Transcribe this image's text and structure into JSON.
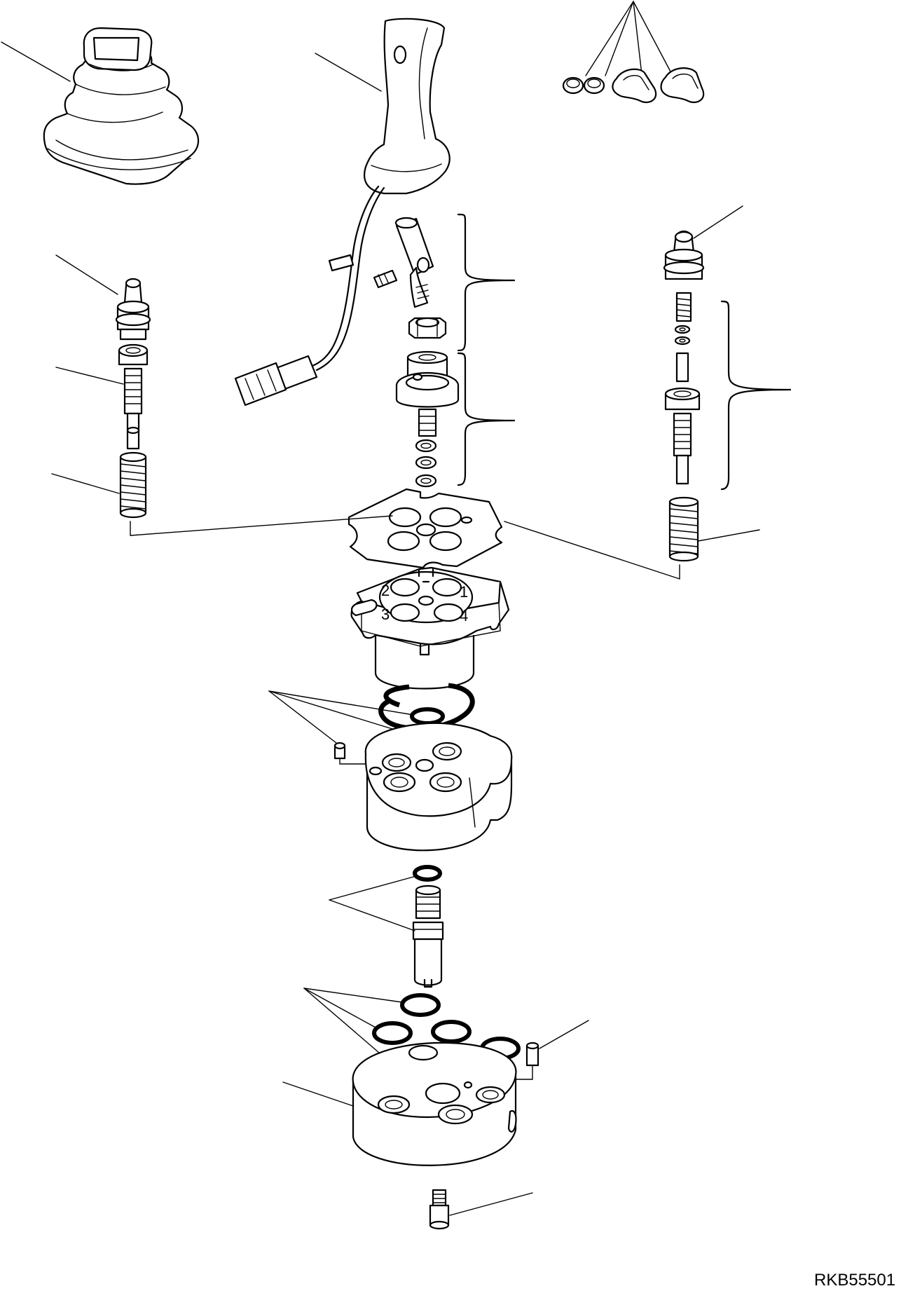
{
  "drawing": {
    "reference_code": "RKB55501",
    "port_numbers": [
      "1",
      "2",
      "3",
      "4"
    ]
  }
}
